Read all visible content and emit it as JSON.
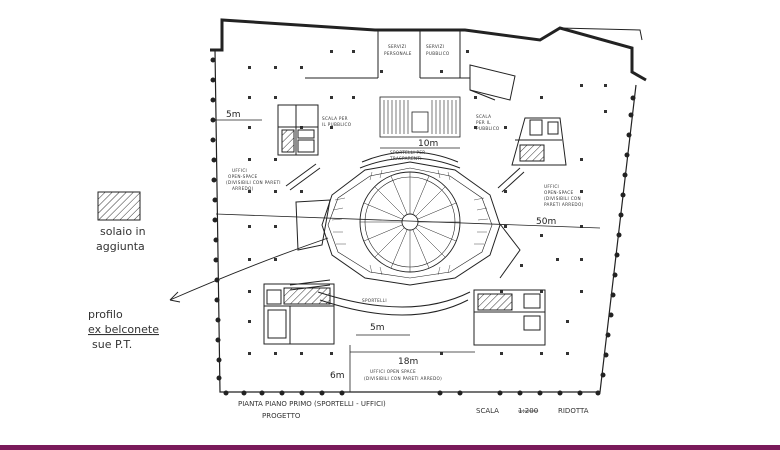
{
  "legend": {
    "text_line1": "solaio in",
    "text_line2": "aggiunta"
  },
  "annotation": {
    "line1": "profilo",
    "line2": "ex belconete",
    "line3": "sue P.T."
  },
  "dimensions": {
    "five_m_left": "5m",
    "ten_m": "10m",
    "fifty_m": "50m",
    "five_m_bottom": "5m",
    "eighteen_m": "18m",
    "six_m": "6m"
  },
  "room_labels": {
    "servizi_personale": [
      "SERVIZI",
      "PERSONALE"
    ],
    "servizi_pubblico": [
      "SERVIZI",
      "PUBBLICO"
    ],
    "scala_pubblico_left": [
      "SCALA PER",
      "IL PUBBLICO"
    ],
    "scala_pubblico_right": [
      "SCALA",
      "PER IL",
      "PUBBLICO"
    ],
    "uffici_left": [
      "UFFICI",
      "OPEN-SPACE",
      "(DIVISIBILI CON PARETI",
      "ARREDO)"
    ],
    "uffici_right": [
      "UFFICI",
      "OPEN-SPACE",
      "(DIVISIBILI CON",
      "PARETI ARREDO)"
    ],
    "sportelli_top": [
      "SPORTELLI PER",
      "TRASPARENTI"
    ],
    "sportelli_bottom": "SPORTELLI",
    "uffici_bottom": [
      "UFFICI  OPEN  SPACE",
      "(DIVISIBILI CON PARETI ARREDO)"
    ]
  },
  "title_block": {
    "title": "PIANTA  PIANO  PRIMO  (SPORTELLI - UFFICI)",
    "subtitle": "PROGETTO",
    "scale_label": "SCALA",
    "scale_value": "1:200",
    "scale_note": "RIDOTTA"
  }
}
